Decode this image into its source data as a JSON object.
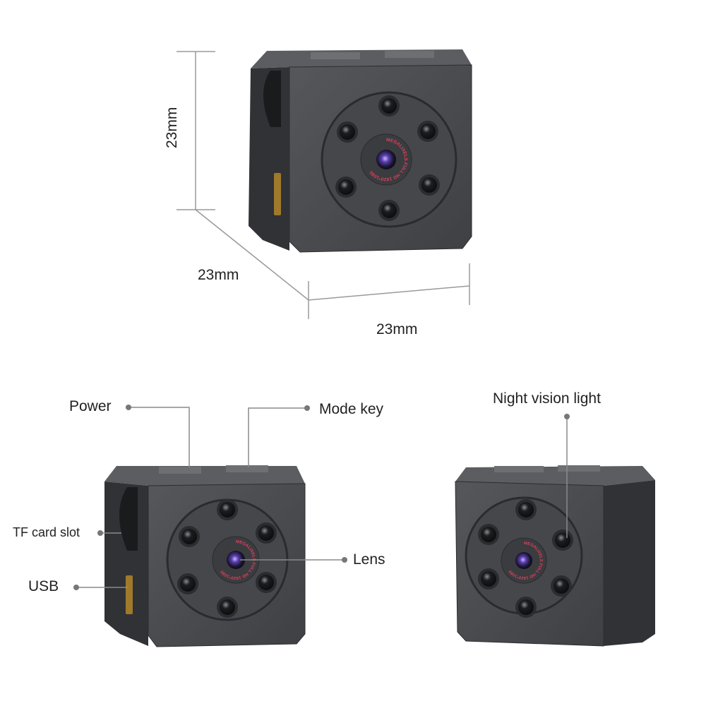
{
  "dimensions": {
    "height": "23mm",
    "depth": "23mm",
    "width": "23mm"
  },
  "callouts": {
    "power": "Power",
    "mode_key": "Mode key",
    "tf_card_slot": "TF card slot",
    "usb": "USB",
    "lens": "Lens",
    "night_vision_light": "Night vision light"
  },
  "lens_text": "MEGALIXELS FULL HD 1920*1080",
  "colors": {
    "body": "#4a4c50",
    "body_dark": "#2f3134",
    "line": "#9a9a9a",
    "lens_text": "#e0405a"
  }
}
